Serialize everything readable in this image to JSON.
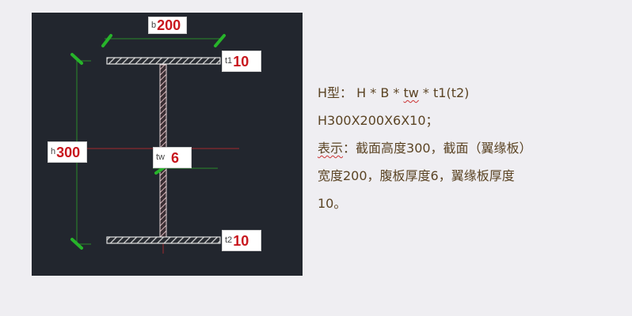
{
  "colors": {
    "page_background": "#efeef2",
    "panel_background": "#22262e",
    "dimension_line": "#2a8a2a",
    "tick_mark": "#27b42a",
    "center_line": "#8a2a2e",
    "value_text": "#c8171e",
    "description_text": "#5b4424"
  },
  "diagram": {
    "labels": {
      "b": {
        "prefix": "b",
        "value": "200"
      },
      "t1": {
        "prefix": "t1",
        "value": "10"
      },
      "h": {
        "prefix": "h",
        "value": "300"
      },
      "tw": {
        "prefix": "tw",
        "value": "6"
      },
      "t2": {
        "prefix": "t2",
        "value": "10"
      }
    }
  },
  "description": {
    "line1_prefix": "H型： H * B * ",
    "line1_tw": "tw",
    "line1_suffix": " * t1(t2)",
    "line2": "H300X200X6X10；",
    "line3_squiggle": "表示",
    "line3_rest": "：截面高度300，截面（翼缘板）",
    "line4": "宽度200，腹板厚度6，翼缘板厚度",
    "line5": "10。"
  }
}
